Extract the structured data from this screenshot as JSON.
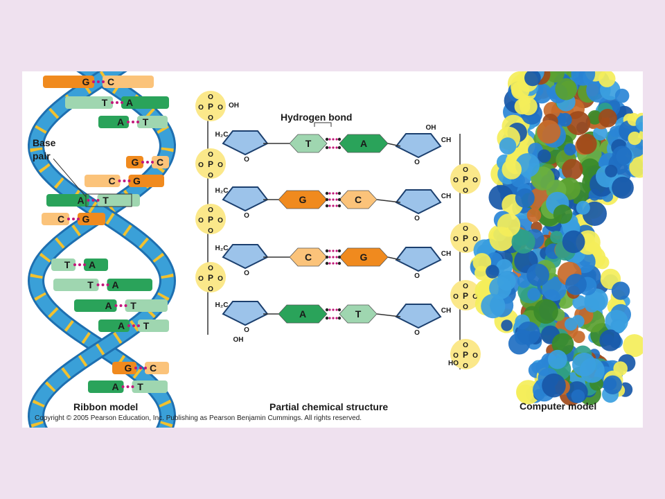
{
  "labels": {
    "ribbon_model": "Ribbon model",
    "chemical_structure": "Partial chemical structure",
    "computer_model": "Computer model",
    "hydrogen_bond": "Hydrogen bond",
    "base_pair": "Base pair",
    "copyright": "Copyright © 2005 Pearson Education, Inc. Publishing as Pearson Benjamin Cummings. All rights reserved."
  },
  "ribbon_pairs": [
    {
      "left": "G",
      "right": "C"
    },
    {
      "left": "T",
      "right": "A"
    },
    {
      "left": "A",
      "right": "T"
    },
    {
      "left": "G",
      "right": "C"
    },
    {
      "left": "C",
      "right": "G"
    },
    {
      "left": "A",
      "right": "T"
    },
    {
      "left": "C",
      "right": "G"
    },
    {
      "left": "T",
      "right": "A"
    },
    {
      "left": "T",
      "right": "A"
    },
    {
      "left": "A",
      "right": "T"
    },
    {
      "left": "A",
      "right": "T"
    },
    {
      "left": "G",
      "right": "C"
    },
    {
      "left": "A",
      "right": "T"
    }
  ],
  "chemical_pairs": [
    {
      "left": "T",
      "right": "A"
    },
    {
      "left": "G",
      "right": "C"
    },
    {
      "left": "C",
      "right": "G"
    },
    {
      "left": "A",
      "right": "T"
    }
  ],
  "chem_text": {
    "oh": "OH",
    "ch2": "CH",
    "sub2": "2",
    "o": "O",
    "p": "P",
    "ho": "HO",
    "h2c": "H₂C",
    "o_minus": "O⁻"
  },
  "colors": {
    "G": "#f08a1e",
    "C": "#fbc37a",
    "A": "#2aa35a",
    "T": "#9fd6b0",
    "backbone": "#3aa0d8",
    "hbond": "#c2187a",
    "phosphate": "#fbe88a"
  }
}
